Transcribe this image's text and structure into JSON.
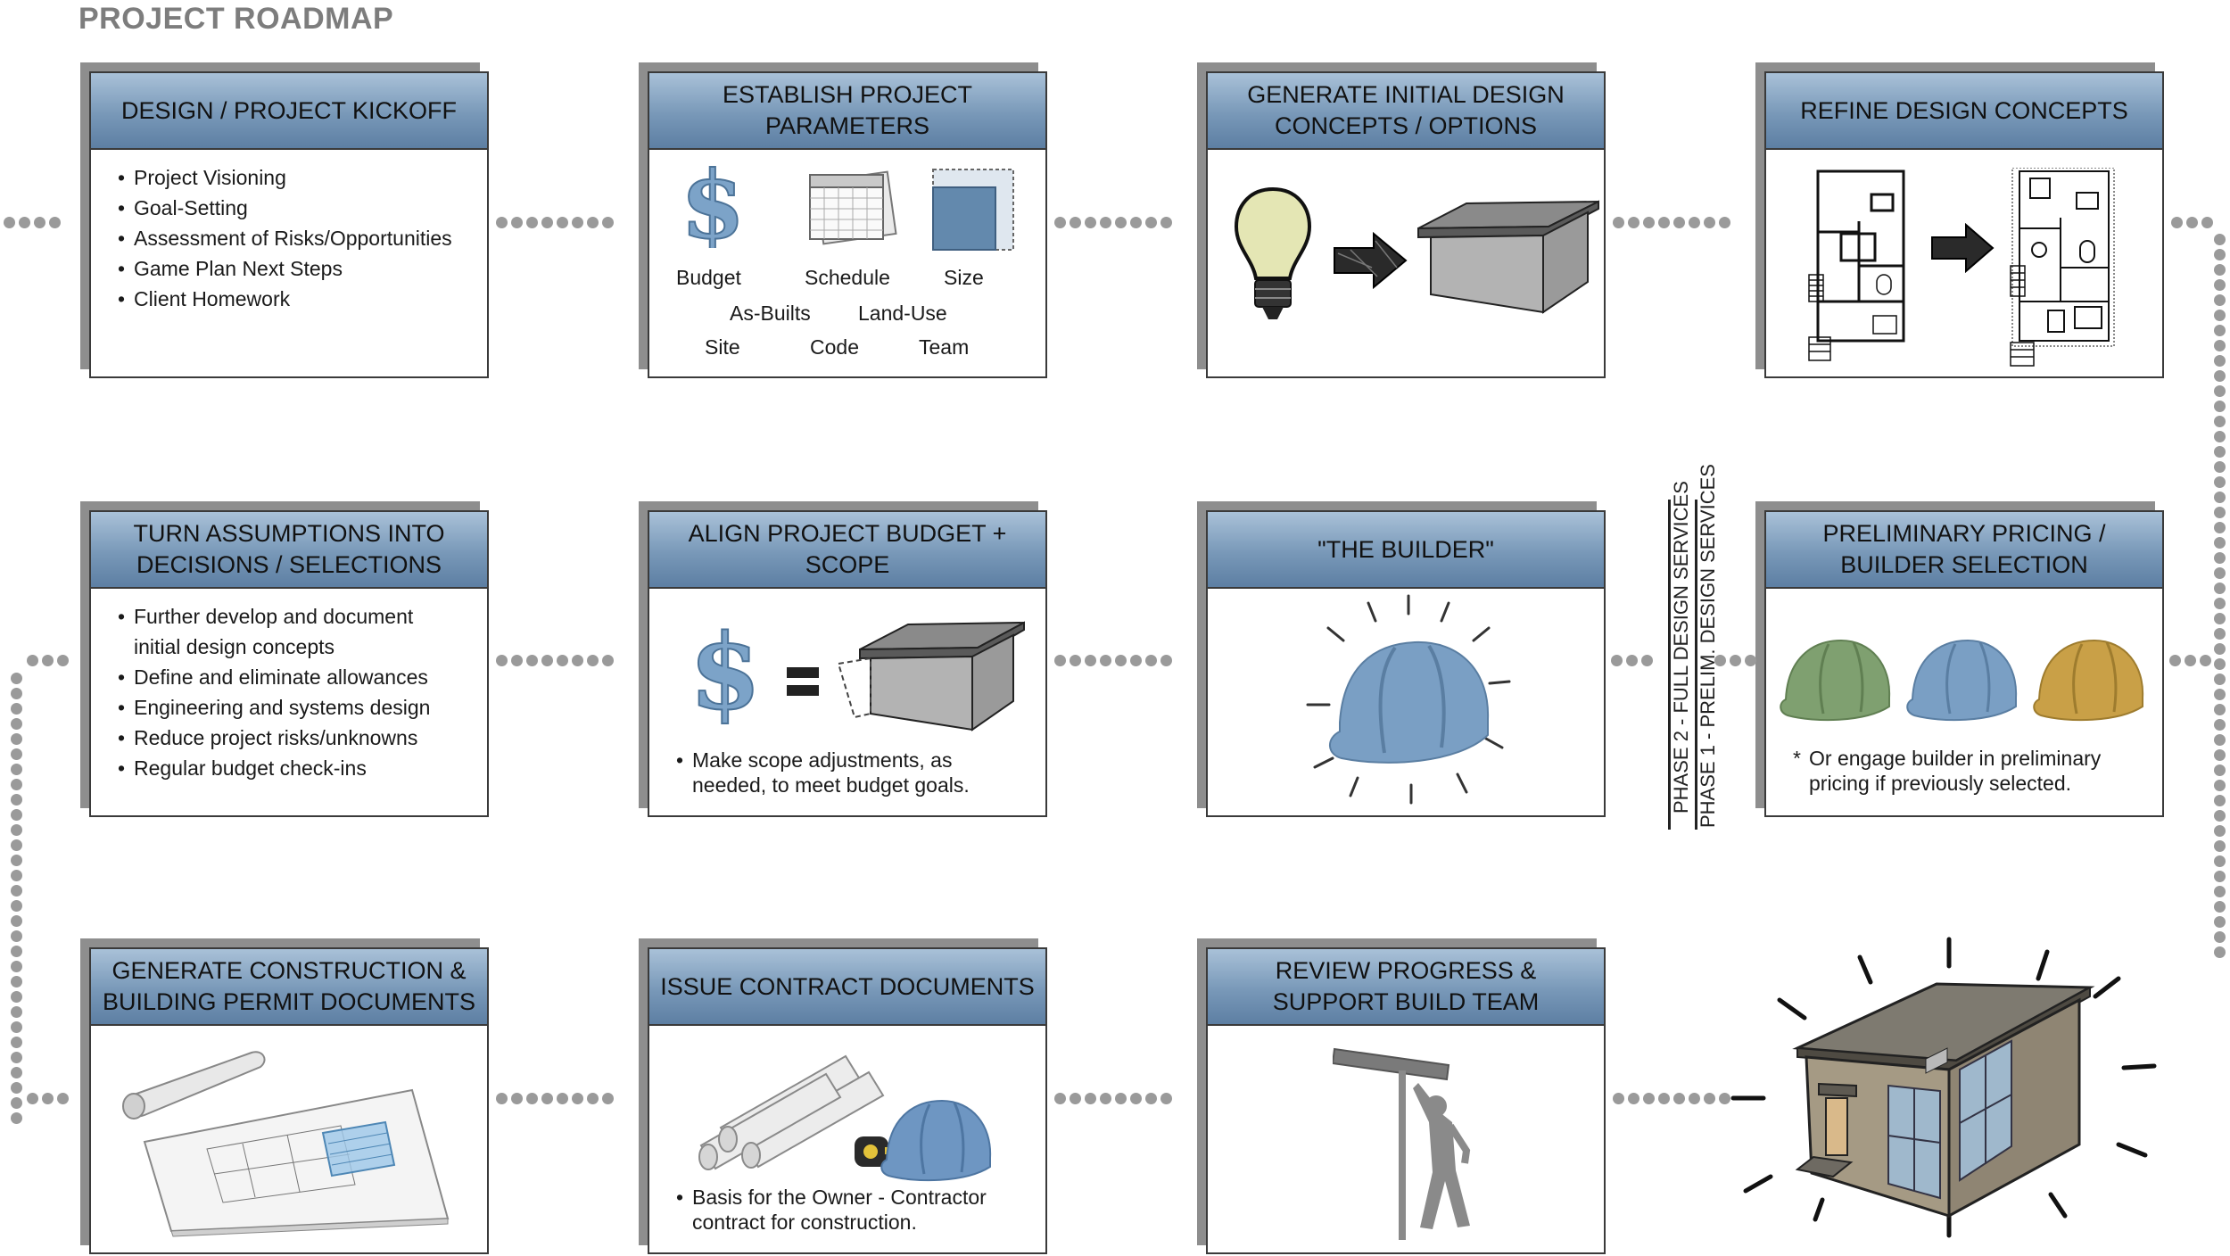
{
  "title": "PROJECT ROADMAP",
  "steps": [
    {
      "title": "DESIGN / PROJECT KICKOFF",
      "bullets": [
        "Project Visioning",
        "Goal-Setting",
        "Assessment of Risks/Opportunities",
        "Game Plan Next Steps",
        "Client Homework"
      ]
    },
    {
      "title": "ESTABLISH PROJECT PARAMETERS",
      "labels": [
        "Budget",
        "Schedule",
        "Size",
        "As-Builts",
        "Land-Use",
        "Site",
        "Code",
        "Team"
      ]
    },
    {
      "title": "GENERATE INITIAL DESIGN CONCEPTS / OPTIONS"
    },
    {
      "title": "REFINE DESIGN CONCEPTS"
    },
    {
      "title": "PRELIMINARY PRICING / BUILDER SELECTION",
      "note_mark": "*",
      "note": "Or engage builder in preliminary pricing if previously selected."
    },
    {
      "title": "\"THE BUILDER\""
    },
    {
      "title": "ALIGN PROJECT BUDGET + SCOPE",
      "note_mark": "•",
      "note": "Make scope adjustments, as needed, to meet budget goals."
    },
    {
      "title": "TURN ASSUMPTIONS INTO DECISIONS / SELECTIONS",
      "bullets": [
        "Further develop and document initial design concepts",
        "Define and eliminate allowances",
        "Engineering and systems design",
        "Reduce project risks/unknowns",
        "Regular budget check-ins"
      ]
    },
    {
      "title": "GENERATE CONSTRUCTION & BUILDING PERMIT DOCUMENTS"
    },
    {
      "title": "ISSUE CONTRACT DOCUMENTS",
      "note_mark": "•",
      "note": "Basis for the Owner - Contractor contract for construction."
    },
    {
      "title": "REVIEW PROGRESS & SUPPORT BUILD TEAM"
    }
  ],
  "phases": {
    "phase2": "PHASE 2 - FULL DESIGN SERVICES",
    "phase1": "PHASE 1 - PRELIM. DESIGN SERVICES"
  },
  "colors": {
    "header_top": "#a9c1d8",
    "header_bottom": "#5d7fa3",
    "hat_green": "#7fa070",
    "hat_blue": "#7a9fc4",
    "hat_gold": "#c9a047",
    "connector": "#9a9a9a"
  }
}
